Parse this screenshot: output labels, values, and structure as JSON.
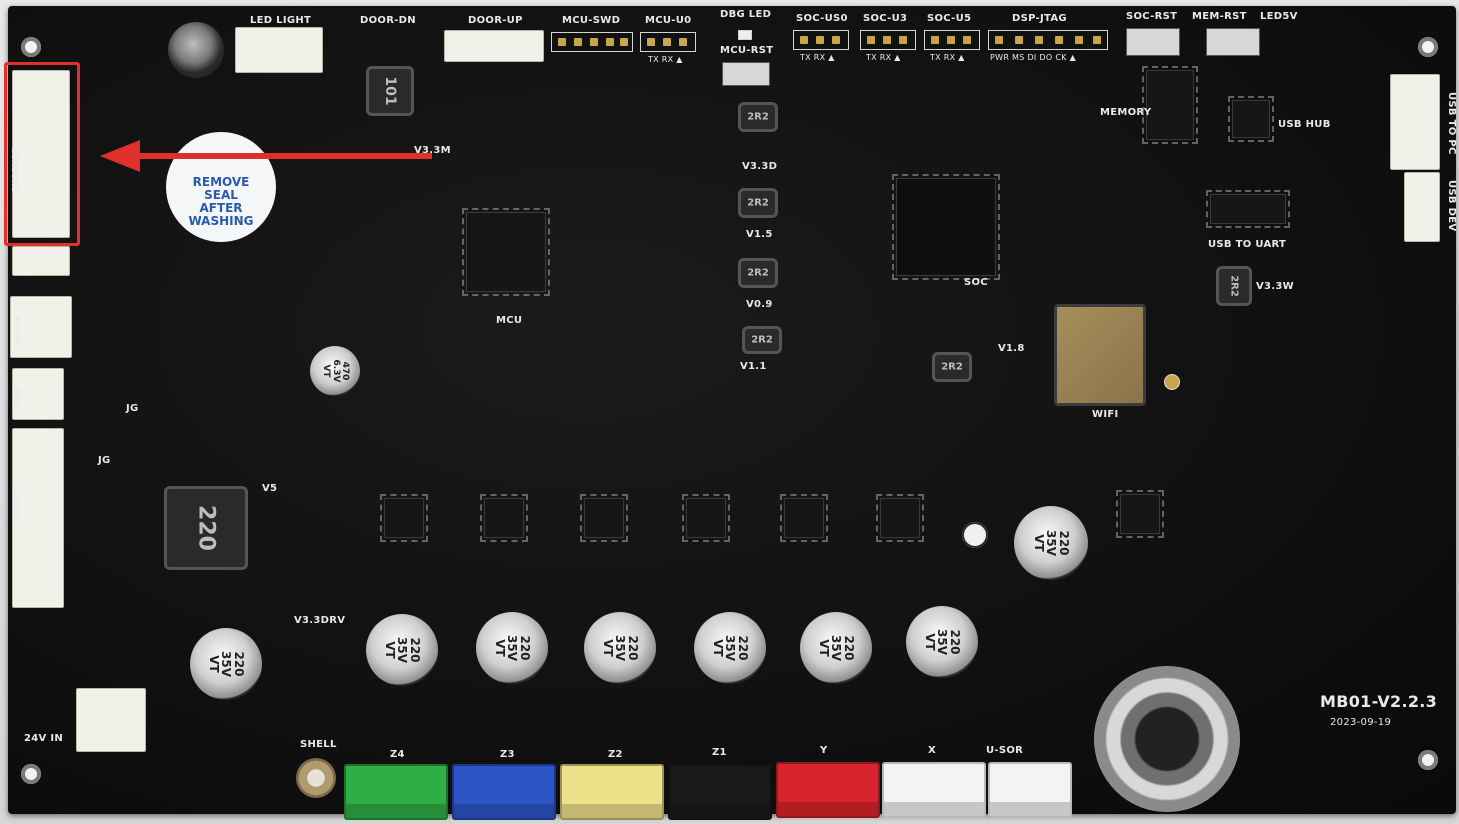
{
  "board": {
    "model": "MB01-V2.2.3",
    "date": "2023-09-19"
  },
  "callout": {
    "color": "#e0302a",
    "target_label": "SENSORS"
  },
  "sticker": {
    "line1": "REMOVE",
    "line2": "SEAL",
    "line3": "AFTER",
    "line4": "WASHING"
  },
  "top_labels": {
    "led_light": "LED LIGHT",
    "door_dn": "DOOR-DN",
    "door_up": "DOOR-UP",
    "mcu_swd": "MCU-SWD",
    "mcu_u0": "MCU-U0",
    "dbg_led": "DBG LED",
    "mcu_rst": "MCU-RST",
    "soc_us0": "SOC-US0",
    "soc_u3": "SOC-U3",
    "soc_u5": "SOC-U5",
    "dsp_jtag": "DSP-JTAG",
    "soc_rst": "SOC-RST",
    "mem_rst": "MEM-RST",
    "led5v": "LED5V"
  },
  "pin_labels": {
    "mcu_u0": "TX RX ▲",
    "soc_us0": "TX RX ▲",
    "soc_u3": "TX RX ▲",
    "soc_u5": "TX RX ▲",
    "dsp_jtag": "PWR MS DI DO CK ▲"
  },
  "right_labels": {
    "usb_to_pc": "USB TO PC",
    "usb_dev": "USB DEV",
    "usb_hub": "USB HUB",
    "memory": "MEMORY",
    "usb_to_uart": "USB TO UART",
    "v33w": "V3.3W"
  },
  "chip_labels": {
    "mcu": "MCU",
    "soc": "SOC",
    "wifi": "WIFI",
    "v33d": "V3.3D",
    "v15": "V1.5",
    "v09": "V0.9",
    "v11": "V1.1",
    "v18": "V1.8",
    "v33m": "V3.3M",
    "v5": "V5",
    "v33drv": "V3.3DRV"
  },
  "left_labels": {
    "sensors": "SENSORS",
    "pump": "PUMP",
    "fan": "FAN",
    "laser": "LASER",
    "power_in": "24V IN",
    "jg1": "JG",
    "jg2": "JG"
  },
  "bottom_labels": {
    "shell": "SHELL",
    "z4": "Z4",
    "z3": "Z3",
    "z2": "Z2",
    "z1": "Z1",
    "y": "Y",
    "x": "X",
    "u_sor": "U-SOR"
  },
  "capacitor_labels": {
    "cap_470": "470 6.3V VT",
    "cap_220": "220 35V VT"
  },
  "inductor_labels": {
    "l_220": "220",
    "l_101": "101",
    "l_2r2": "2R2"
  },
  "connector_colors": {
    "green": "#2fae46",
    "blue": "#2b55c7",
    "yellow": "#efe08a",
    "black": "#1a1a1a",
    "red": "#d8242b",
    "white": "#f3f3f1"
  }
}
